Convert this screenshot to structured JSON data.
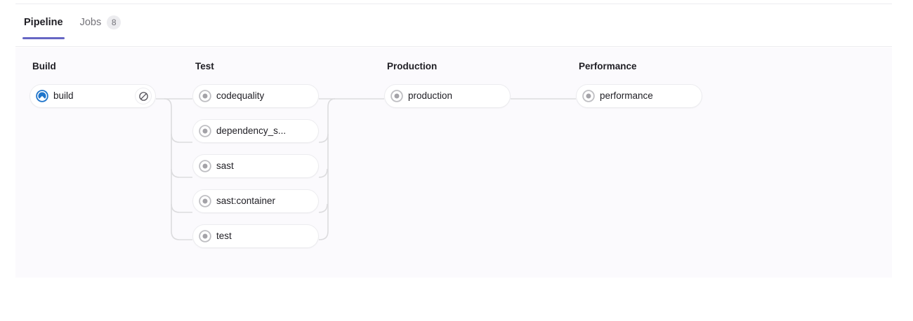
{
  "tabs": [
    {
      "label": "Pipeline",
      "active": true,
      "badge": null
    },
    {
      "label": "Jobs",
      "active": false,
      "badge": "8"
    }
  ],
  "theme": {
    "accent": "#6666c4",
    "running": "#1f75cb",
    "created": "#a4a3a8",
    "canvas_bg": "#fbfafd",
    "pill_border": "#ececef",
    "edge": "#dcdcde",
    "text": "#1f1e24",
    "text_muted": "#737278"
  },
  "stages": [
    {
      "name": "Build",
      "jobs": [
        {
          "name": "build",
          "status": "running",
          "status_icon": "status-running-icon",
          "action": {
            "name": "cancel-job-button",
            "icon": "cancel-icon"
          }
        }
      ]
    },
    {
      "name": "Test",
      "jobs": [
        {
          "name": "codequality",
          "status": "created",
          "status_icon": "status-created-icon",
          "action": null
        },
        {
          "name": "dependency_s...",
          "status": "created",
          "status_icon": "status-created-icon",
          "action": null
        },
        {
          "name": "sast",
          "status": "created",
          "status_icon": "status-created-icon",
          "action": null
        },
        {
          "name": "sast:container",
          "status": "created",
          "status_icon": "status-created-icon",
          "action": null
        },
        {
          "name": "test",
          "status": "created",
          "status_icon": "status-created-icon",
          "action": null
        }
      ]
    },
    {
      "name": "Production",
      "jobs": [
        {
          "name": "production",
          "status": "created",
          "status_icon": "status-created-icon",
          "action": null
        }
      ]
    },
    {
      "name": "Performance",
      "jobs": [
        {
          "name": "performance",
          "status": "created",
          "status_icon": "status-created-icon",
          "action": null
        }
      ]
    }
  ]
}
